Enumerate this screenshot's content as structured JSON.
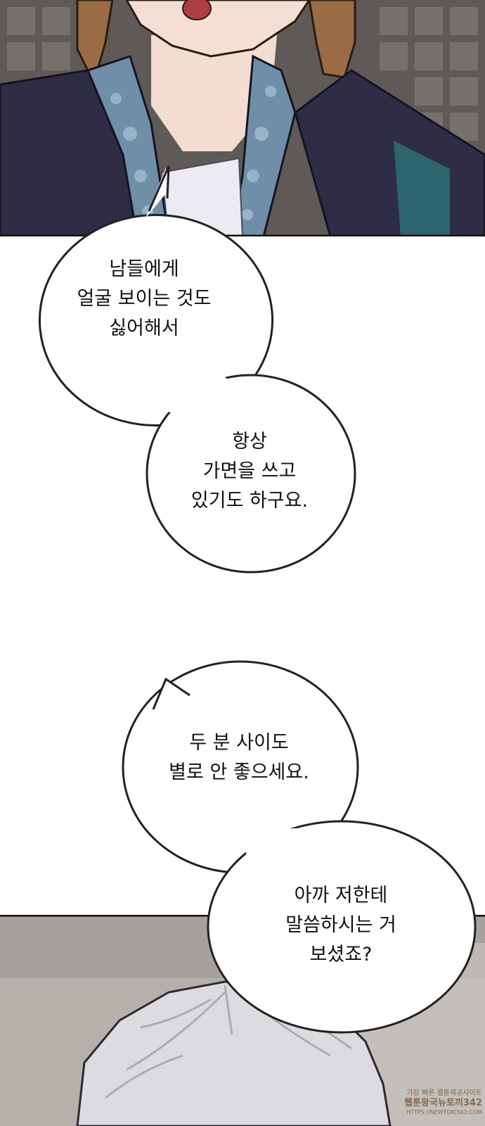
{
  "bubbles": [
    {
      "lines": [
        "남들에게",
        "얼굴 보이는 것도",
        "싫어해서"
      ]
    },
    {
      "lines": [
        "항상",
        "가면을 쓰고",
        "있기도 하구요."
      ]
    },
    {
      "lines": [
        "두 분 사이도",
        "별로 안 좋으세요."
      ]
    },
    {
      "lines": [
        "아까 저한테",
        "말씀하시는 거",
        "보셨죠?"
      ]
    }
  ],
  "watermark": {
    "line1": "가장 빠른 웹툰제공사이트",
    "line2": "웹툰왕국뉴토끼342",
    "line3": "HTTPS://NEWTOKI342.COM"
  },
  "colors": {
    "background": "#ffffff",
    "bubble_fill": "#ffffff",
    "bubble_stroke": "#222222",
    "text": "#111111",
    "jacket": "#2f2c45",
    "collar_pattern": "#6f8fa8",
    "hair_brown": "#9a6b45",
    "hair_silver": "#dcdce0"
  }
}
